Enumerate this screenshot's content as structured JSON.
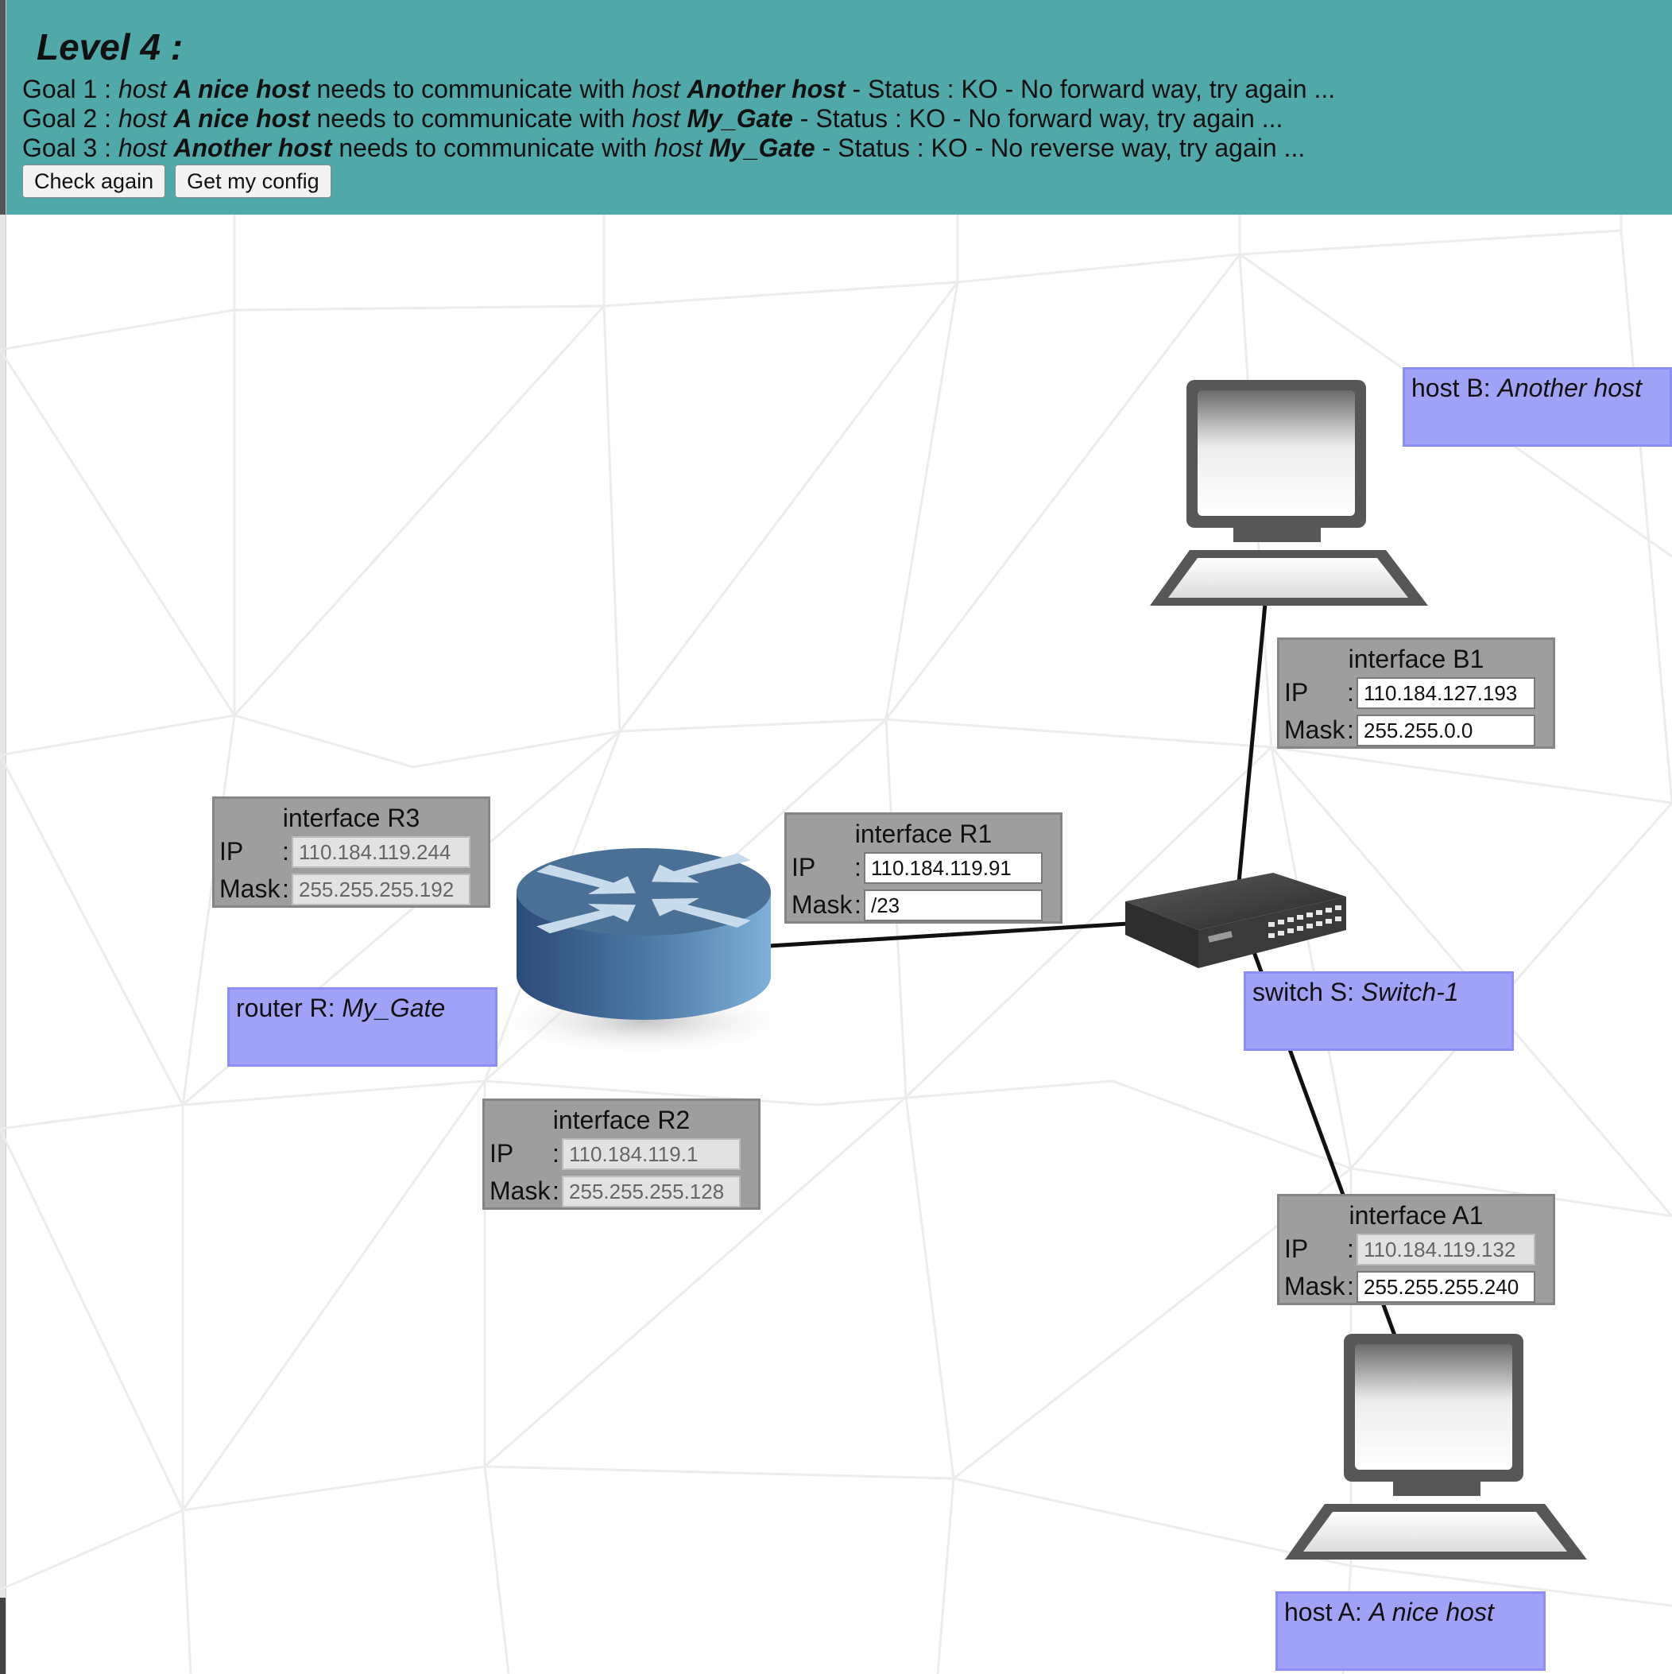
{
  "header": {
    "title": "Level 4 :",
    "goals": [
      {
        "prefix": "Goal 1 :",
        "src_kind": "host",
        "src_name": "A nice host",
        "middle": "needs to communicate with",
        "dst_kind": "host",
        "dst_name": "Another host",
        "status": "- Status : KO - No forward way, try again ..."
      },
      {
        "prefix": "Goal 2 :",
        "src_kind": "host",
        "src_name": "A nice host",
        "middle": "needs to communicate with",
        "dst_kind": "host",
        "dst_name": "My_Gate",
        "status": "- Status : KO - No forward way, try again ..."
      },
      {
        "prefix": "Goal 3 :",
        "src_kind": "host",
        "src_name": "Another host",
        "middle": "needs to communicate with",
        "dst_kind": "host",
        "dst_name": "My_Gate",
        "status": "- Status : KO - No reverse way, try again ..."
      }
    ],
    "buttons": {
      "check_again": "Check again",
      "get_config": "Get my config"
    }
  },
  "network": {
    "interfaces": {
      "r3": {
        "title": "interface R3",
        "ip_label": "IP",
        "mask_label": "Mask",
        "colon": ":",
        "ip": "110.184.119.244",
        "mask": "255.255.255.192",
        "editable": false
      },
      "r1": {
        "title": "interface R1",
        "ip_label": "IP",
        "mask_label": "Mask",
        "colon": ":",
        "ip": "110.184.119.91",
        "mask": "/23",
        "editable": true
      },
      "r2": {
        "title": "interface R2",
        "ip_label": "IP",
        "mask_label": "Mask",
        "colon": ":",
        "ip": "110.184.119.1",
        "mask": "255.255.255.128",
        "editable": false
      },
      "b1": {
        "title": "interface B1",
        "ip_label": "IP",
        "mask_label": "Mask",
        "colon": ":",
        "ip": "110.184.127.193",
        "mask": "255.255.0.0",
        "editable": true
      },
      "a1": {
        "title": "interface A1",
        "ip_label": "IP",
        "mask_label": "Mask",
        "colon": ":",
        "ip": "110.184.119.132",
        "mask": "255.255.255.240",
        "editable": "mask-only"
      }
    },
    "devices": {
      "router": {
        "kind": "router R:",
        "name": "My_Gate",
        "icon": "router-icon"
      },
      "switch": {
        "kind": "switch S:",
        "name": "Switch-1",
        "icon": "switch-icon"
      },
      "host_b": {
        "kind": "host B:",
        "name": "Another host",
        "icon": "computer-icon"
      },
      "host_a": {
        "kind": "host A:",
        "name": "A nice host",
        "icon": "computer-icon"
      }
    }
  },
  "colors": {
    "header_bg": "#50a8a8",
    "label_bg": "#9fa2f7",
    "interface_bg": "#9e9e9e",
    "router_blue": "#4a7096"
  }
}
